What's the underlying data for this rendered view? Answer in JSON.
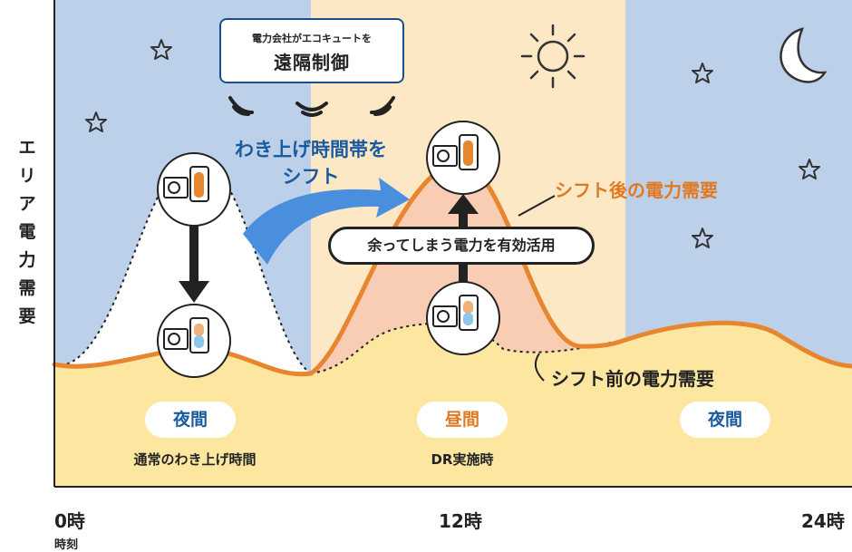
{
  "y_axis_label": [
    "エ",
    "リ",
    "ア",
    "電",
    "力",
    "需",
    "要"
  ],
  "x_axis": {
    "ticks": [
      "0時",
      "12時",
      "24時"
    ],
    "label": "時刻"
  },
  "periods": [
    {
      "label": "夜間",
      "sub": "通常のわき上げ時間"
    },
    {
      "label": "昼間",
      "sub": "DR実施時"
    },
    {
      "label": "夜間",
      "sub": ""
    }
  ],
  "remote_control": {
    "line1": "電力会社がエコキュートを",
    "line2": "遠隔制御"
  },
  "shift_text": [
    "わき上げ時間帯を",
    "シフト"
  ],
  "callout": "余ってしまう電力を有効活用",
  "legend": {
    "after": "シフト後の電力需要",
    "before": "シフト前の電力需要"
  },
  "colors": {
    "night_bg": "#bcd0ea",
    "day_bg": "#fde8c6",
    "base_area": "#fde7a0",
    "day_peak": "#f9cdb4",
    "after_line": "#e8852f",
    "after_text": "#e07a22",
    "night_text": "#1a5a9e",
    "day_text": "#e07a22",
    "arrow_blue": "#4a8fde"
  },
  "icons": [
    "star-icon",
    "sun-icon",
    "moon-icon",
    "signal-icon",
    "water-heater-icon",
    "arrow-icon"
  ]
}
